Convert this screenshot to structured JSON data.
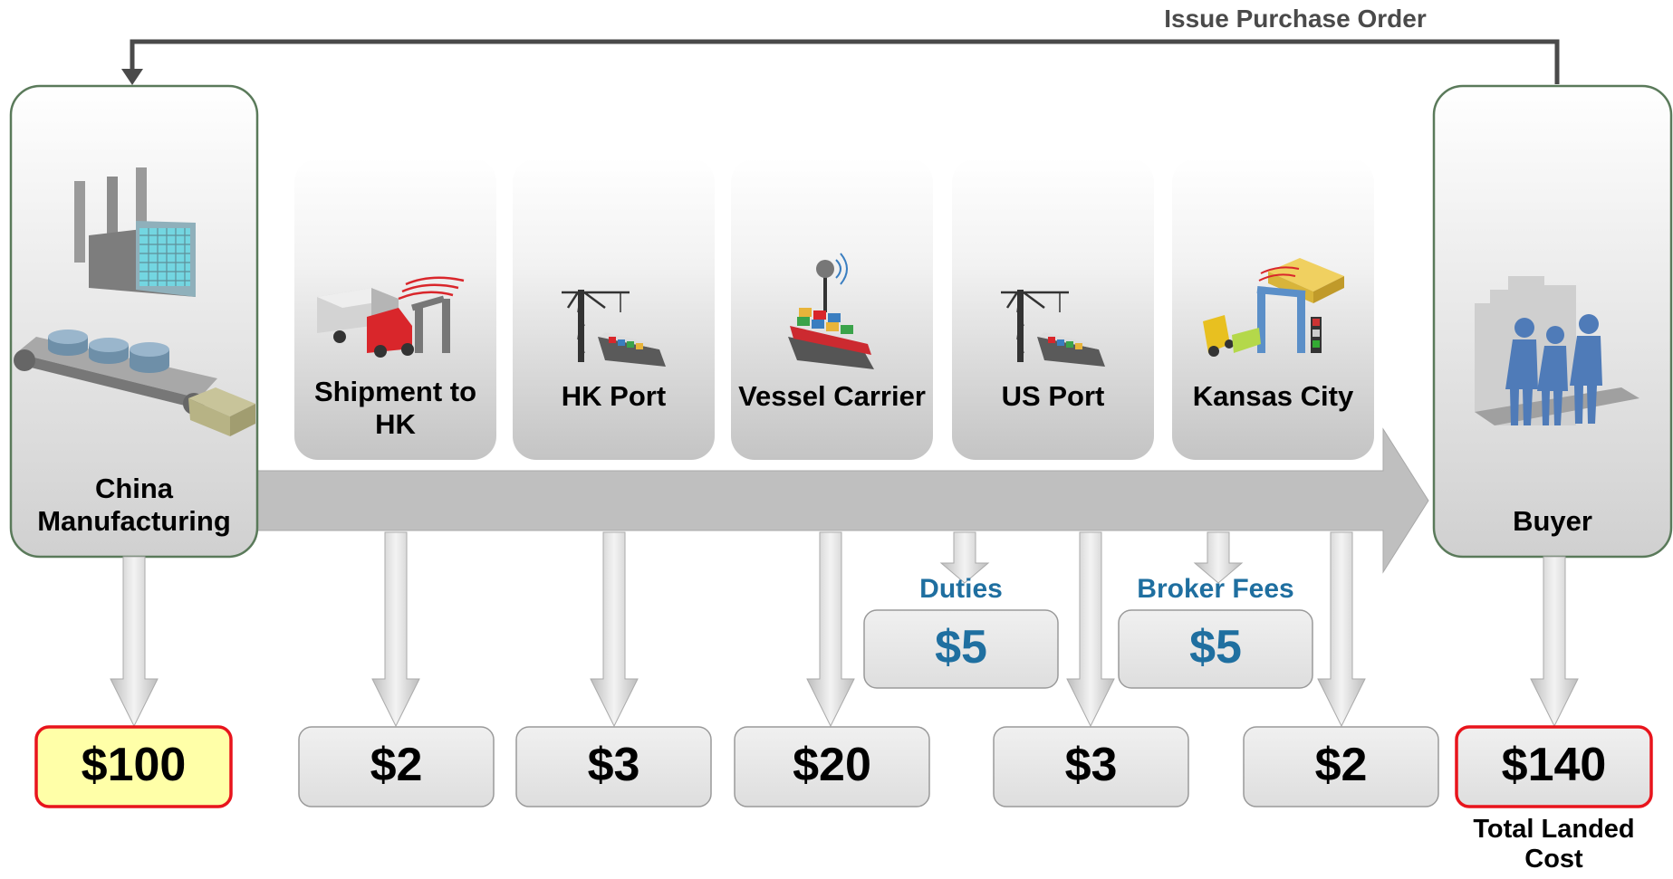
{
  "top_label": "Issue Purchase Order",
  "origin": {
    "label": "China Manufacturing",
    "cost": "$100"
  },
  "stages": [
    {
      "label": "Shipment to HK",
      "cost": "$2"
    },
    {
      "label": "HK Port",
      "cost": "$3"
    },
    {
      "label": "Vessel Carrier",
      "cost": "$20"
    },
    {
      "label": "US Port",
      "cost": "$3"
    },
    {
      "label": "Kansas City",
      "cost": "$2"
    }
  ],
  "extras": [
    {
      "label": "Duties",
      "cost": "$5"
    },
    {
      "label": "Broker Fees",
      "cost": "$5"
    }
  ],
  "destination": {
    "label": "Buyer",
    "cost": "$140",
    "caption": "Total Landed Cost"
  },
  "colors": {
    "highlight_fill": "#ffffa8",
    "highlight_border": "#e8141c",
    "blue_text": "#1f6fa0",
    "arrow": "#b8b8b8"
  }
}
